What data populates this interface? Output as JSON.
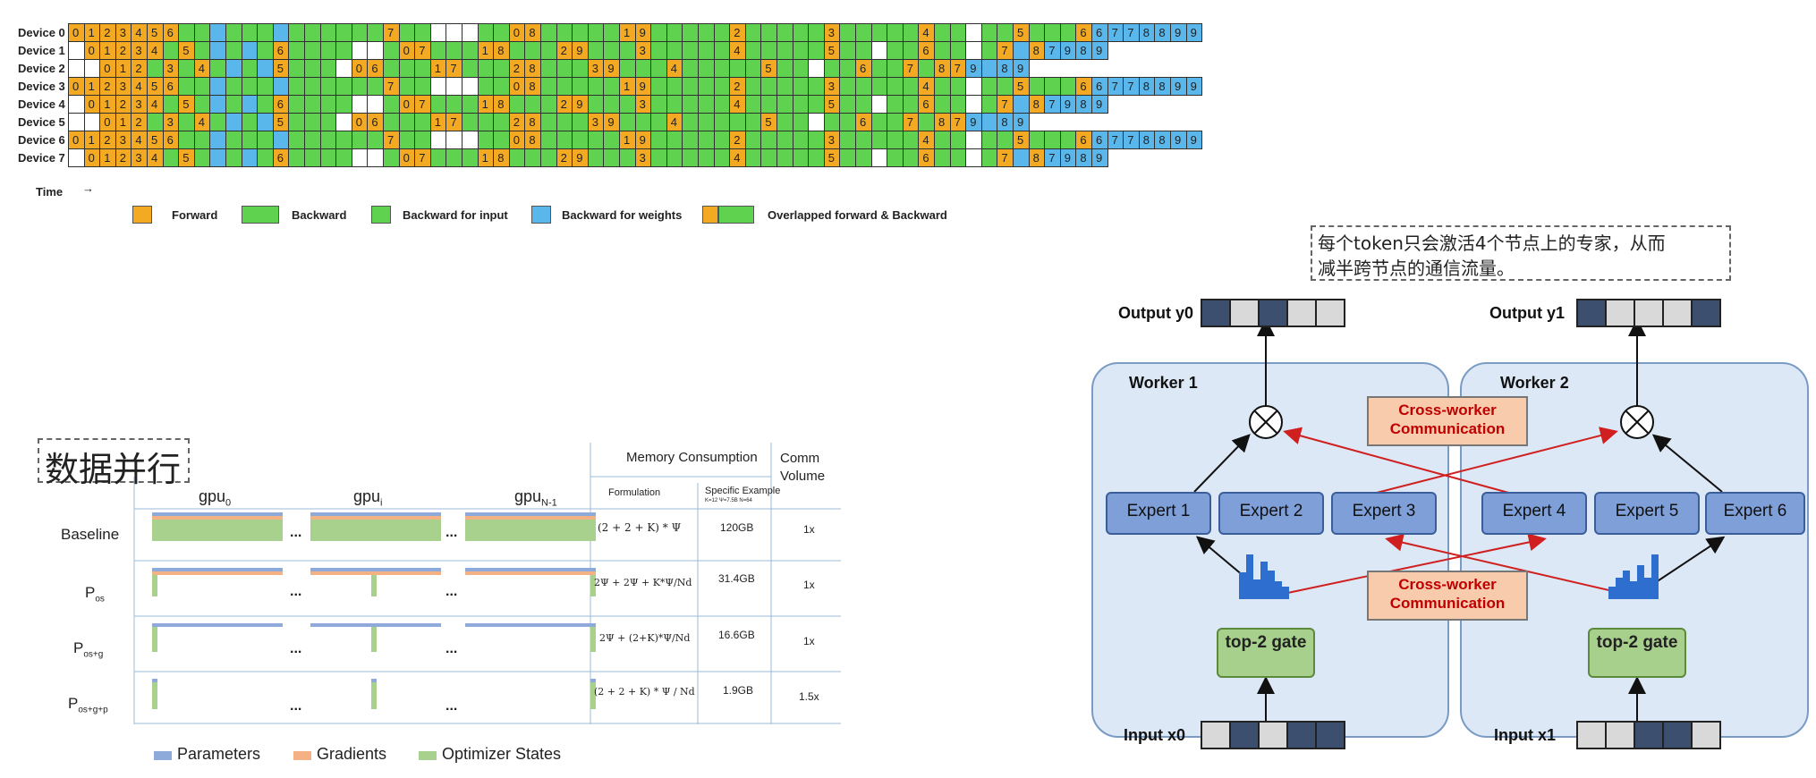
{
  "pipeline": {
    "devices": [
      "Device 0",
      "Device 1",
      "Device 2",
      "Device 3",
      "Device 4",
      "Device 5",
      "Device 6",
      "Device 7"
    ],
    "time_label": "Time",
    "time_arrow": "→",
    "colors": {
      "F": "#f4a922",
      "B": "#5fd24f",
      "W": "#5ab7ec",
      "E": "#ffffff"
    },
    "rows": [
      [
        [
          "F",
          "0"
        ],
        [
          "F",
          "1"
        ],
        [
          "F",
          "2"
        ],
        [
          "F",
          "3"
        ],
        [
          "F",
          "4"
        ],
        [
          "F",
          "5"
        ],
        [
          "F",
          "6"
        ],
        [
          "B",
          ""
        ],
        [
          "B",
          ""
        ],
        [
          "W",
          ""
        ],
        [
          "B",
          ""
        ],
        [
          "B",
          ""
        ],
        [
          "B",
          ""
        ],
        [
          "W",
          ""
        ],
        [
          "B",
          ""
        ],
        [
          "B",
          ""
        ],
        [
          "B",
          ""
        ],
        [
          "B",
          ""
        ],
        [
          "B",
          ""
        ],
        [
          "B",
          ""
        ],
        [
          "F",
          "7"
        ],
        [
          "B",
          ""
        ],
        [
          "B",
          ""
        ],
        [
          "E",
          ""
        ],
        [
          "E",
          ""
        ],
        [
          "E",
          ""
        ],
        [
          "B",
          ""
        ],
        [
          "B",
          ""
        ],
        [
          "F",
          "0"
        ],
        [
          "F",
          "8"
        ],
        [
          "B",
          ""
        ],
        [
          "B",
          ""
        ],
        [
          "B",
          ""
        ],
        [
          "B",
          ""
        ],
        [
          "B",
          ""
        ],
        [
          "F",
          "1"
        ],
        [
          "F",
          "9"
        ],
        [
          "B",
          ""
        ],
        [
          "B",
          ""
        ],
        [
          "B",
          ""
        ],
        [
          "B",
          ""
        ],
        [
          "B",
          ""
        ],
        [
          "F",
          "2"
        ],
        [
          "B",
          ""
        ],
        [
          "B",
          ""
        ],
        [
          "B",
          ""
        ],
        [
          "B",
          ""
        ],
        [
          "B",
          ""
        ],
        [
          "F",
          "3"
        ],
        [
          "B",
          ""
        ],
        [
          "B",
          ""
        ],
        [
          "B",
          ""
        ],
        [
          "B",
          ""
        ],
        [
          "B",
          ""
        ],
        [
          "F",
          "4"
        ],
        [
          "B",
          ""
        ],
        [
          "B",
          ""
        ],
        [
          "E",
          ""
        ],
        [
          "B",
          ""
        ],
        [
          "B",
          ""
        ],
        [
          "F",
          "5"
        ],
        [
          "B",
          ""
        ],
        [
          "B",
          ""
        ],
        [
          "B",
          ""
        ],
        [
          "F",
          "6"
        ],
        [
          "W",
          "6"
        ],
        [
          "W",
          "7"
        ],
        [
          "W",
          "7"
        ],
        [
          "W",
          "8"
        ],
        [
          "W",
          "8"
        ],
        [
          "W",
          "9"
        ],
        [
          "W",
          "9"
        ]
      ],
      [
        [
          "E",
          ""
        ],
        [
          "F",
          "0"
        ],
        [
          "F",
          "1"
        ],
        [
          "F",
          "2"
        ],
        [
          "F",
          "3"
        ],
        [
          "F",
          "4"
        ],
        [
          "B",
          ""
        ],
        [
          "F",
          "5"
        ],
        [
          "B",
          ""
        ],
        [
          "W",
          ""
        ],
        [
          "B",
          ""
        ],
        [
          "W",
          ""
        ],
        [
          "B",
          ""
        ],
        [
          "F",
          "6"
        ],
        [
          "B",
          ""
        ],
        [
          "B",
          ""
        ],
        [
          "B",
          ""
        ],
        [
          "B",
          ""
        ],
        [
          "E",
          ""
        ],
        [
          "E",
          ""
        ],
        [
          "B",
          ""
        ],
        [
          "F",
          "0"
        ],
        [
          "F",
          "7"
        ],
        [
          "B",
          ""
        ],
        [
          "B",
          ""
        ],
        [
          "B",
          ""
        ],
        [
          "F",
          "1"
        ],
        [
          "F",
          "8"
        ],
        [
          "B",
          ""
        ],
        [
          "B",
          ""
        ],
        [
          "B",
          ""
        ],
        [
          "F",
          "2"
        ],
        [
          "F",
          "9"
        ],
        [
          "B",
          ""
        ],
        [
          "B",
          ""
        ],
        [
          "B",
          ""
        ],
        [
          "F",
          "3"
        ],
        [
          "B",
          ""
        ],
        [
          "B",
          ""
        ],
        [
          "B",
          ""
        ],
        [
          "B",
          ""
        ],
        [
          "B",
          ""
        ],
        [
          "F",
          "4"
        ],
        [
          "B",
          ""
        ],
        [
          "B",
          ""
        ],
        [
          "B",
          ""
        ],
        [
          "B",
          ""
        ],
        [
          "B",
          ""
        ],
        [
          "F",
          "5"
        ],
        [
          "B",
          ""
        ],
        [
          "B",
          ""
        ],
        [
          "E",
          ""
        ],
        [
          "B",
          ""
        ],
        [
          "B",
          ""
        ],
        [
          "F",
          "6"
        ],
        [
          "B",
          ""
        ],
        [
          "B",
          ""
        ],
        [
          "E",
          ""
        ],
        [
          "B",
          ""
        ],
        [
          "F",
          "7"
        ],
        [
          "W",
          ""
        ],
        [
          "F",
          "8"
        ],
        [
          "W",
          "7"
        ],
        [
          "W",
          "9"
        ],
        [
          "W",
          "8"
        ],
        [
          "W",
          "9"
        ]
      ],
      [
        [
          "E",
          ""
        ],
        [
          "E",
          ""
        ],
        [
          "F",
          "0"
        ],
        [
          "F",
          "1"
        ],
        [
          "F",
          "2"
        ],
        [
          "B",
          ""
        ],
        [
          "F",
          "3"
        ],
        [
          "B",
          ""
        ],
        [
          "F",
          "4"
        ],
        [
          "B",
          ""
        ],
        [
          "W",
          ""
        ],
        [
          "B",
          ""
        ],
        [
          "W",
          ""
        ],
        [
          "F",
          "5"
        ],
        [
          "B",
          ""
        ],
        [
          "B",
          ""
        ],
        [
          "B",
          ""
        ],
        [
          "E",
          ""
        ],
        [
          "F",
          "0"
        ],
        [
          "F",
          "6"
        ],
        [
          "B",
          ""
        ],
        [
          "B",
          ""
        ],
        [
          "B",
          ""
        ],
        [
          "F",
          "1"
        ],
        [
          "F",
          "7"
        ],
        [
          "B",
          ""
        ],
        [
          "B",
          ""
        ],
        [
          "B",
          ""
        ],
        [
          "F",
          "2"
        ],
        [
          "F",
          "8"
        ],
        [
          "B",
          ""
        ],
        [
          "B",
          ""
        ],
        [
          "B",
          ""
        ],
        [
          "F",
          "3"
        ],
        [
          "F",
          "9"
        ],
        [
          "B",
          ""
        ],
        [
          "B",
          ""
        ],
        [
          "B",
          ""
        ],
        [
          "F",
          "4"
        ],
        [
          "B",
          ""
        ],
        [
          "B",
          ""
        ],
        [
          "B",
          ""
        ],
        [
          "B",
          ""
        ],
        [
          "B",
          ""
        ],
        [
          "F",
          "5"
        ],
        [
          "B",
          ""
        ],
        [
          "B",
          ""
        ],
        [
          "E",
          ""
        ],
        [
          "B",
          ""
        ],
        [
          "B",
          ""
        ],
        [
          "F",
          "6"
        ],
        [
          "B",
          ""
        ],
        [
          "B",
          ""
        ],
        [
          "F",
          "7"
        ],
        [
          "B",
          ""
        ],
        [
          "F",
          "8"
        ],
        [
          "F",
          "7"
        ],
        [
          "W",
          "9"
        ],
        [
          "W",
          ""
        ],
        [
          "W",
          "8"
        ],
        [
          "W",
          "9"
        ]
      ]
    ]
  },
  "legend": {
    "forward": "Forward",
    "backward": "Backward",
    "backward_input": "Backward for input",
    "backward_weights": "Backward for weights",
    "overlapped": "Overlapped forward & Backward"
  },
  "zero": {
    "title": "数据并行",
    "gpu_labels": {
      "first": "gpu",
      "first_sub": "0",
      "mid": "gpu",
      "mid_sub": "i",
      "last": "gpu",
      "last_sub": "N-1"
    },
    "row_labels": [
      {
        "main": "Baseline",
        "sub": ""
      },
      {
        "main": "P",
        "sub": "os"
      },
      {
        "main": "P",
        "sub": "os+g"
      },
      {
        "main": "P",
        "sub": "os+g+p"
      }
    ],
    "header_memory": "Memory Consumption",
    "header_comm": "Comm Volume",
    "header_formulation": "Formulation",
    "header_example": "Specific Example",
    "header_example_sub": "K=12 Ψ=7.5B N=64",
    "formulas": [
      "(2 + 2 + K) * Ψ",
      "2Ψ + 2Ψ + K*Ψ/Nd",
      "2Ψ + (2+K)*Ψ/Nd",
      "(2 + 2 + K) * Ψ / Nd"
    ],
    "examples": [
      "120GB",
      "31.4GB",
      "16.6GB",
      "1.9GB"
    ],
    "comm": [
      "1x",
      "1x",
      "1x",
      "1.5x"
    ],
    "ellipsis": "...",
    "legend": {
      "params": "Parameters",
      "grads": "Gradients",
      "opt": "Optimizer States"
    },
    "colors": {
      "params": "#8eaadb",
      "grads": "#f4b183",
      "opt": "#a9d18e"
    }
  },
  "moe": {
    "note_line1": "每个token只会激活4个节点上的专家，从而",
    "note_line2": "减半跨节点的通信流量。",
    "worker1": "Worker 1",
    "worker2": "Worker 2",
    "cross1": "Cross-worker Communication",
    "cross2": "Cross-worker Communication",
    "experts": [
      "Expert 1",
      "Expert 2",
      "Expert 3",
      "Expert 4",
      "Expert 5",
      "Expert 6"
    ],
    "gate": "top-2 gate",
    "output0": "Output y0",
    "output1": "Output y1",
    "input0": "Input x0",
    "input1": "Input x1",
    "out0_cells": [
      "dark",
      "light",
      "dark",
      "light",
      "light"
    ],
    "out1_cells": [
      "dark",
      "light",
      "light",
      "light",
      "dark"
    ],
    "in0_cells": [
      "light",
      "dark",
      "light",
      "dark",
      "dark"
    ],
    "in1_cells": [
      "light",
      "light",
      "dark",
      "dark",
      "light"
    ]
  }
}
